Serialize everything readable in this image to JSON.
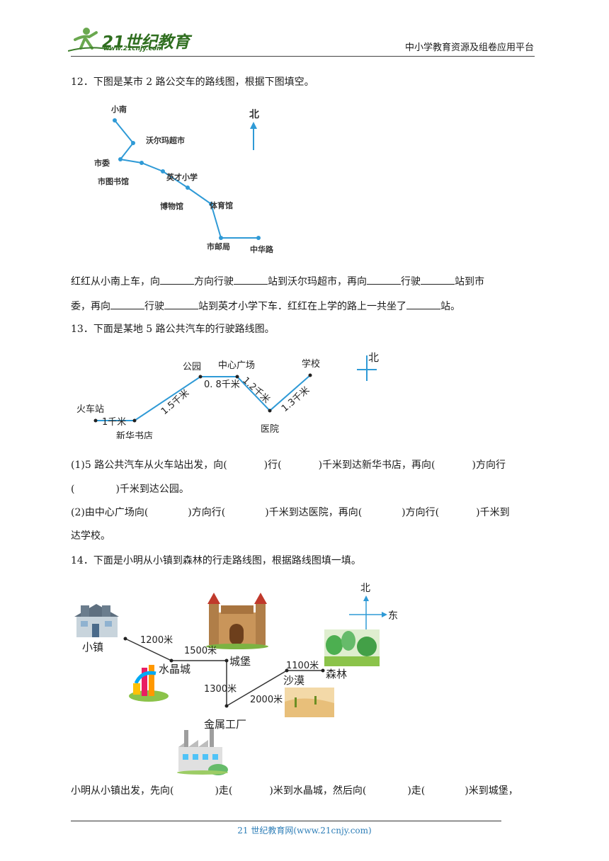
{
  "header": {
    "logo_main": "21世纪教育",
    "logo_sub": "www.21cnjy.com",
    "right_text": "中小学教育资源及组卷应用平台"
  },
  "q12": {
    "title": "12．下图是某市 2 路公交车的路线图，根据下图填空。",
    "north": "北",
    "stations": [
      "小南",
      "沃尔玛超市",
      "市委",
      "市图书馆",
      "英才小学",
      "博物馆",
      "体育馆",
      "市邮局",
      "中华路"
    ],
    "line1_parts": [
      "红红从小南上车，向",
      "方向行驶",
      "站到沃尔玛超市，再向",
      "行驶",
      "站到市"
    ],
    "line2_parts": [
      "委，再向",
      "行驶",
      "站到英才小学下车．红红在上学的路上一共坐了",
      "站。"
    ]
  },
  "q13": {
    "title": "13．下面是某地 5 路公共汽车的行驶路线图。",
    "north": "北",
    "stations": [
      "火车站",
      "新华书店",
      "公园",
      "中心广场",
      "医院",
      "学校"
    ],
    "distances": [
      "1千米",
      "1.5千米",
      "0. 8千米",
      "1.2千米",
      "1.3千米"
    ],
    "line1": "(1)5 路公共汽车从火车站出发，向(",
    "line1_b": ")行(",
    "line1_c": ")千米到达新华书店，再向(",
    "line1_d": ")方向行",
    "line2_a": "(",
    "line2_b": ")千米到达公园。",
    "line3_a": "(2)由中心广场向(",
    "line3_b": ")方向行(",
    "line3_c": ")千米到达医院，再向(",
    "line3_d": ")方向行(",
    "line3_e": ")千米到",
    "line4": "达学校。"
  },
  "q14": {
    "title": "14．下面是小明从小镇到森林的行走路线图，根据路线图填一填。",
    "compass_north": "北",
    "compass_east": "东",
    "places": [
      "小镇",
      "水晶城",
      "城堡",
      "金属工厂",
      "沙漠",
      "森林"
    ],
    "distances": [
      "1200米",
      "1500米",
      "1300米",
      "2000米",
      "1100米"
    ],
    "line_a": "小明从小镇出发，先向(",
    "line_b": ")走(",
    "line_c": ")米到水晶城，然后向(",
    "line_d": ")走(",
    "line_e": ")米到城堡，"
  },
  "footer": {
    "text": "21 世纪教育网(www.21cnjy.com)"
  }
}
